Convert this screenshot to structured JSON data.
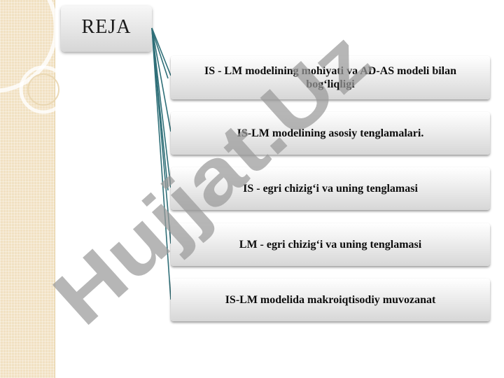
{
  "title": "REJA",
  "items": [
    {
      "label": "IS - LM modelining mohiyati va AD-AS modeli bilan bog‘liqligi"
    },
    {
      "label": "IS-LM   modelining  asosiy tenglamalari."
    },
    {
      "label": "IS - egri chizig‘i va uning tenglamasi"
    },
    {
      "label": "LM - egri chizig‘i va uning tenglamasi"
    },
    {
      "label": "IS-LM modelida makroiqtisodiy muvozanat"
    }
  ],
  "watermark": {
    "text": "Hujjat.Uz"
  },
  "colors": {
    "connector": "#2f6f78",
    "strip": "#f1e1c2",
    "watermark": "#9a9a9a"
  }
}
